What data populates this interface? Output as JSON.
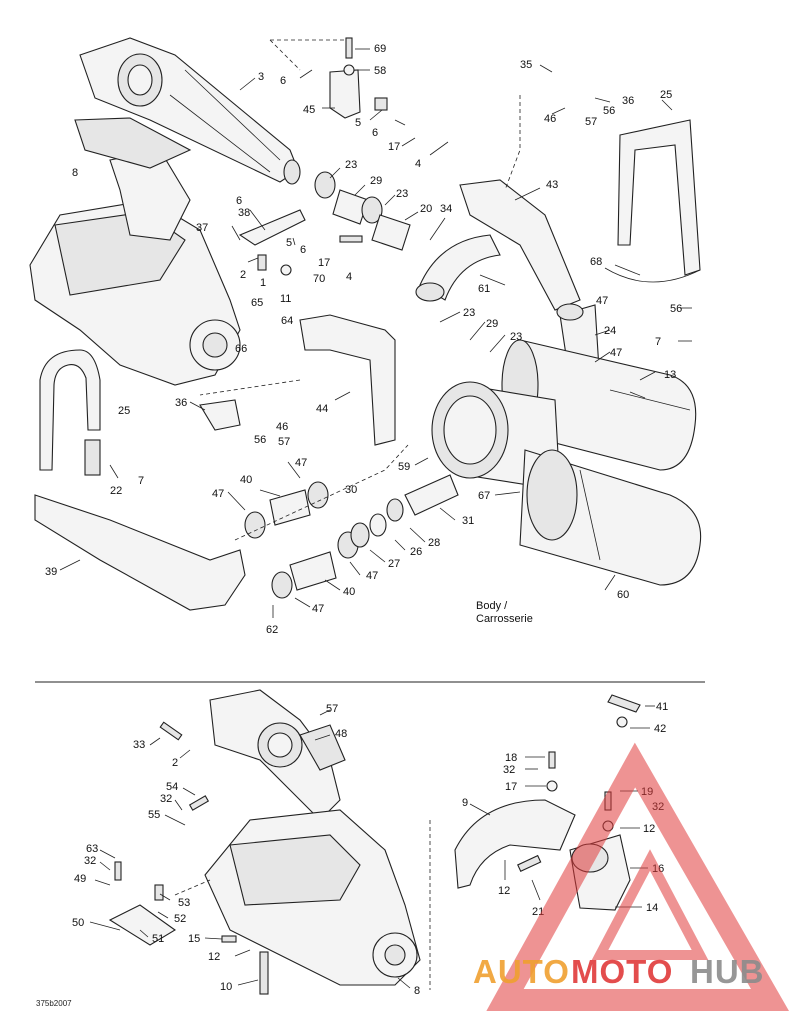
{
  "diagram": {
    "callouts_top": [
      {
        "id": "c69",
        "text": "69"
      },
      {
        "id": "c58",
        "text": "58"
      },
      {
        "id": "c3",
        "text": "3"
      },
      {
        "id": "c6a",
        "text": "6"
      },
      {
        "id": "c45",
        "text": "45"
      },
      {
        "id": "c5a",
        "text": "5"
      },
      {
        "id": "c6b",
        "text": "6"
      },
      {
        "id": "c17a",
        "text": "17"
      },
      {
        "id": "c4a",
        "text": "4"
      },
      {
        "id": "c35",
        "text": "35"
      },
      {
        "id": "c36a",
        "text": "36"
      },
      {
        "id": "c56a",
        "text": "56"
      },
      {
        "id": "c46a",
        "text": "46"
      },
      {
        "id": "c57a",
        "text": "57"
      },
      {
        "id": "c25a",
        "text": "25"
      },
      {
        "id": "c8a",
        "text": "8"
      },
      {
        "id": "c23a",
        "text": "23"
      },
      {
        "id": "c29a",
        "text": "29"
      },
      {
        "id": "c23b",
        "text": "23"
      },
      {
        "id": "c20",
        "text": "20"
      },
      {
        "id": "c34",
        "text": "34"
      },
      {
        "id": "c43",
        "text": "43"
      },
      {
        "id": "c6c",
        "text": "6"
      },
      {
        "id": "c38",
        "text": "38"
      },
      {
        "id": "c37",
        "text": "37"
      },
      {
        "id": "c5b",
        "text": "5"
      },
      {
        "id": "c6d",
        "text": "6"
      },
      {
        "id": "c17b",
        "text": "17"
      },
      {
        "id": "c4b",
        "text": "4"
      },
      {
        "id": "c2a",
        "text": "2"
      },
      {
        "id": "c1",
        "text": "1"
      },
      {
        "id": "c11",
        "text": "11"
      },
      {
        "id": "c70",
        "text": "70"
      },
      {
        "id": "c61",
        "text": "61"
      },
      {
        "id": "c68",
        "text": "68"
      },
      {
        "id": "c65",
        "text": "65"
      },
      {
        "id": "c64",
        "text": "64"
      },
      {
        "id": "c66",
        "text": "66"
      },
      {
        "id": "c47a",
        "text": "47"
      },
      {
        "id": "c56b",
        "text": "56"
      },
      {
        "id": "c7a",
        "text": "7"
      },
      {
        "id": "c23c",
        "text": "23"
      },
      {
        "id": "c29b",
        "text": "29"
      },
      {
        "id": "c23d",
        "text": "23"
      },
      {
        "id": "c24",
        "text": "24"
      },
      {
        "id": "c47b",
        "text": "47"
      },
      {
        "id": "c13",
        "text": "13"
      },
      {
        "id": "c25b",
        "text": "25"
      },
      {
        "id": "c36b",
        "text": "36"
      },
      {
        "id": "c46b",
        "text": "46"
      },
      {
        "id": "c56c",
        "text": "56"
      },
      {
        "id": "c57b",
        "text": "57"
      },
      {
        "id": "c44",
        "text": "44"
      },
      {
        "id": "c7b",
        "text": "7"
      },
      {
        "id": "c22",
        "text": "22"
      },
      {
        "id": "c59",
        "text": "59"
      },
      {
        "id": "c47c",
        "text": "47"
      },
      {
        "id": "c40a",
        "text": "40"
      },
      {
        "id": "c30",
        "text": "30"
      },
      {
        "id": "c47d",
        "text": "47"
      },
      {
        "id": "c31",
        "text": "31"
      },
      {
        "id": "c67",
        "text": "67"
      },
      {
        "id": "c28",
        "text": "28"
      },
      {
        "id": "c26",
        "text": "26"
      },
      {
        "id": "c27",
        "text": "27"
      },
      {
        "id": "c39",
        "text": "39"
      },
      {
        "id": "c47e",
        "text": "47"
      },
      {
        "id": "c40b",
        "text": "40"
      },
      {
        "id": "c47f",
        "text": "47"
      },
      {
        "id": "c60",
        "text": "60"
      },
      {
        "id": "c62",
        "text": "62"
      }
    ],
    "callouts_bottom": [
      {
        "id": "d57",
        "text": "57"
      },
      {
        "id": "d48",
        "text": "48"
      },
      {
        "id": "d41",
        "text": "41"
      },
      {
        "id": "d42",
        "text": "42"
      },
      {
        "id": "d33",
        "text": "33"
      },
      {
        "id": "d2",
        "text": "2"
      },
      {
        "id": "d18",
        "text": "18"
      },
      {
        "id": "d32a",
        "text": "32"
      },
      {
        "id": "d17",
        "text": "17"
      },
      {
        "id": "d54",
        "text": "54"
      },
      {
        "id": "d32b",
        "text": "32"
      },
      {
        "id": "d55",
        "text": "55"
      },
      {
        "id": "d9",
        "text": "9"
      },
      {
        "id": "d19",
        "text": "19"
      },
      {
        "id": "d32c",
        "text": "32"
      },
      {
        "id": "d12a",
        "text": "12"
      },
      {
        "id": "d63",
        "text": "63"
      },
      {
        "id": "d32d",
        "text": "32"
      },
      {
        "id": "d49",
        "text": "49"
      },
      {
        "id": "d16",
        "text": "16"
      },
      {
        "id": "d12b",
        "text": "12"
      },
      {
        "id": "d53",
        "text": "53"
      },
      {
        "id": "d52",
        "text": "52"
      },
      {
        "id": "d21",
        "text": "21"
      },
      {
        "id": "d14",
        "text": "14"
      },
      {
        "id": "d50",
        "text": "50"
      },
      {
        "id": "d51",
        "text": "51"
      },
      {
        "id": "d15",
        "text": "15"
      },
      {
        "id": "d12c",
        "text": "12"
      },
      {
        "id": "d10",
        "text": "10"
      },
      {
        "id": "d8",
        "text": "8"
      }
    ],
    "body_note_line1": "Body /",
    "body_note_line2": "Carrosserie",
    "drawing_code": "375b2007"
  },
  "watermark": {
    "brand_part1": "AUTO",
    "brand_part2": "MOTO",
    "brand_part3": "HUB",
    "color_orange": "#f0a030",
    "color_red": "#e03a3a",
    "color_gray": "#8c8c8c"
  }
}
